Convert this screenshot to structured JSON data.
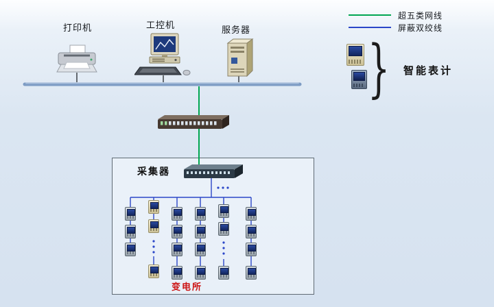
{
  "legend": {
    "cat5_label": "超五类网线",
    "stp_label": "屏蔽双绞线",
    "smart_meters_label": "智能表计"
  },
  "devices": {
    "printer_label": "打印机",
    "industrial_pc_label": "工控机",
    "server_label": "服务器",
    "collector_label": "采集器",
    "substation_label": "变电所"
  },
  "colors": {
    "cat5_line_green": "#00a651",
    "stp_line_blue": "#2b46c8",
    "backbone_bus": "#7d9cc4",
    "substation_label_red": "#cc1111",
    "background": "#d6e2f0"
  }
}
